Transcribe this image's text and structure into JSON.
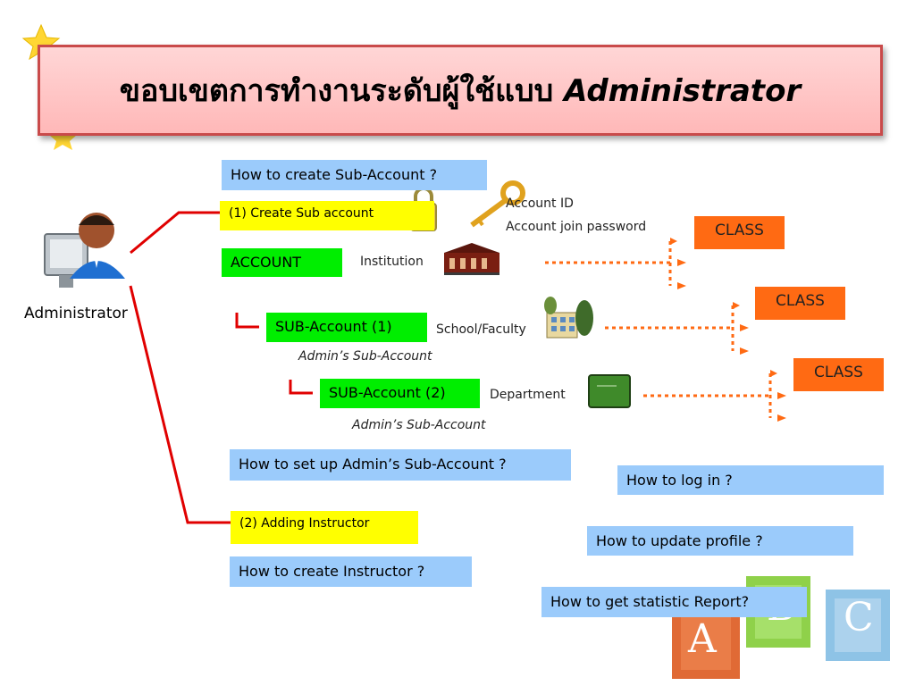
{
  "title": {
    "thai": "ขอบเขตการทำงานระดับผู้ใช้แบบ",
    "english": "Administrator"
  },
  "admin_label": "Administrator",
  "boxes": {
    "create_sub_account_q": "How to create Sub-Account ?",
    "create_sub_account": "(1) Create Sub account",
    "account": "ACCOUNT",
    "sub_account_1": "SUB-Account (1)",
    "sub_account_2": "SUB-Account (2)",
    "setup_admin_sub_q": "How to set up  Admin’s Sub-Account ?",
    "adding_instructor": "(2) Adding Instructor",
    "create_instructor_q": "How to create Instructor ?",
    "log_in_q": "How to log in ?",
    "update_profile_q": "How to update profile ?",
    "statistic_report_q": "How to get statistic Report?"
  },
  "labels": {
    "account_id": "Account ID",
    "join_password": "Account join password",
    "institution": "Institution",
    "school_faculty": "School/Faculty",
    "department": "Department",
    "admin_sub_account_1": "Admin’s Sub-Account",
    "admin_sub_account_2": "Admin’s Sub-Account"
  },
  "class_boxes": [
    "CLASS",
    "CLASS",
    "CLASS"
  ],
  "decor_blocks": [
    "A",
    "B",
    "C"
  ],
  "colors": {
    "connector_red": "#e00000",
    "dotted_orange": "#ff6a13",
    "box_blue": "#9bcbfb",
    "box_green": "#00ee00",
    "box_yellow": "#ffff00"
  }
}
